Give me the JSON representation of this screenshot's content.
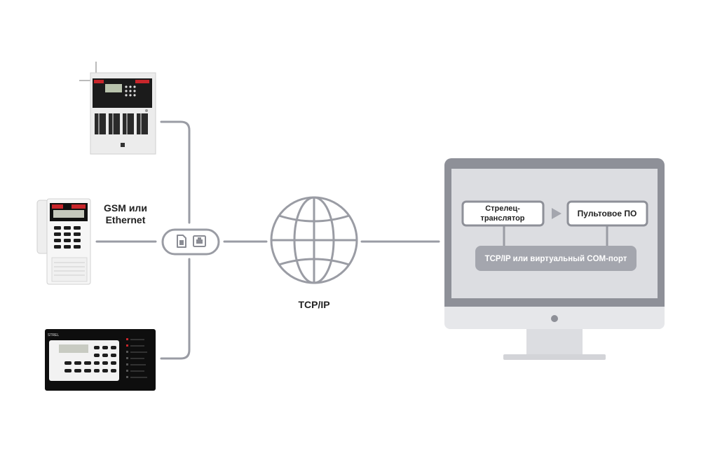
{
  "labels": {
    "link_type_line1": "GSM или",
    "link_type_line2": "Ethernet",
    "network": "TCP/IP",
    "translator_line1": "Стрелец-",
    "translator_line2": "транслятор",
    "console_software": "Пультовое ПО",
    "connection": "TCP/IP или виртуальный COM-порт",
    "device_brand": "STREL"
  },
  "colors": {
    "line": "#9a9ca4",
    "monitor_frame": "#8e9098",
    "monitor_bezel": "#e6e7ea",
    "screen": "#dcdde1",
    "box_fill": "#ffffff",
    "connection_pill": "#a4a6ae",
    "panel_body": "#ececec",
    "keypad_dark": "#111111",
    "accent_red": "#c8262b"
  },
  "icons": {
    "sim": "sim-card-icon",
    "ethernet": "ethernet-port-icon",
    "globe": "globe-icon",
    "arrow": "play-arrow-icon"
  }
}
